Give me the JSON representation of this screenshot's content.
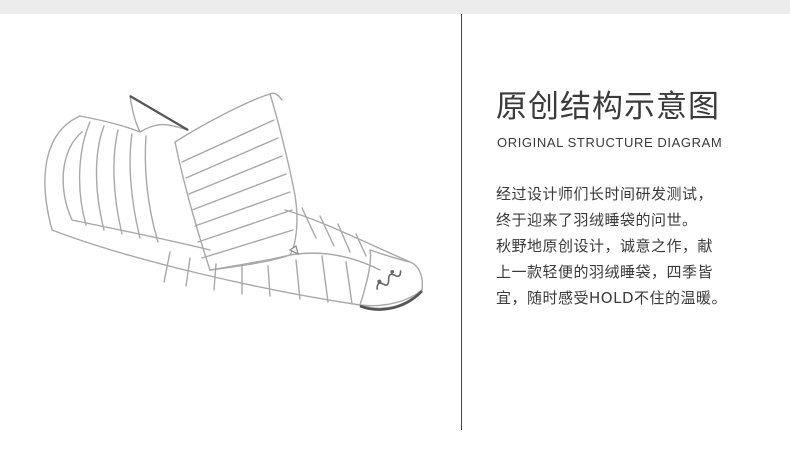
{
  "section": {
    "title_cn": "原创结构示意图",
    "title_en": "ORIGINAL STRUCTURE DIAGRAM"
  },
  "description_lines": [
    "经过设计师们长时间研发测试，",
    "终于迎来了羽绒睡袋的问世。",
    "秋野地原创设计，诚意之作，献",
    "上一款轻便的羽绒睡袋，四季皆",
    "宜，随时感受HOLD不住的温暖。"
  ],
  "colors": {
    "text": "#3a3a3a",
    "line_art": "#a8a8a8",
    "band": "#ececec"
  },
  "icons": {
    "illustration": "sleeping-bag-line-drawing",
    "logo": "brand-logo-stamp"
  }
}
